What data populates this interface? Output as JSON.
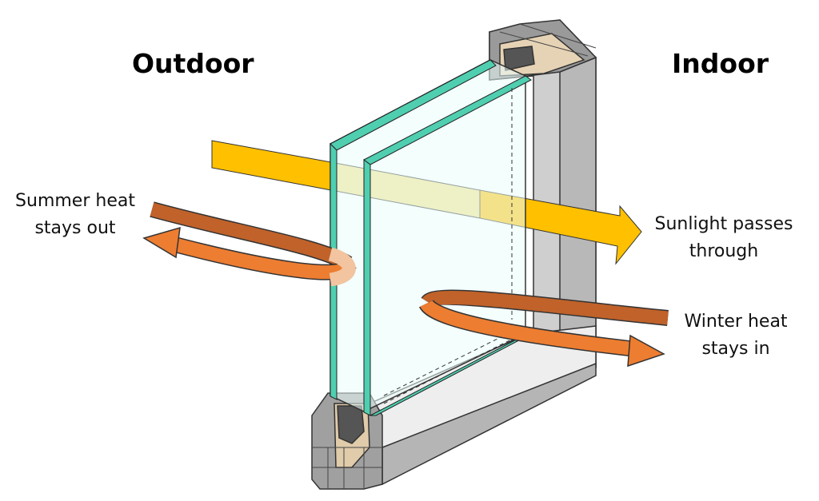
{
  "headings": {
    "outdoor": "Outdoor",
    "indoor": "Indoor"
  },
  "labels": {
    "summer": [
      "Summer heat",
      "stays out"
    ],
    "sunlight": [
      "Sunlight passes",
      "through"
    ],
    "winter": [
      "Winter heat",
      "stays in"
    ]
  },
  "colors": {
    "sunlight": "#ffc000",
    "sunlight_filtered": "#f3df85",
    "heat_in": "#c0622a",
    "heat_out": "#ed7d31",
    "glass_fill": "#eafdfc",
    "glass_edge": "#4fcfb0",
    "frame": "#d0d0d0"
  }
}
